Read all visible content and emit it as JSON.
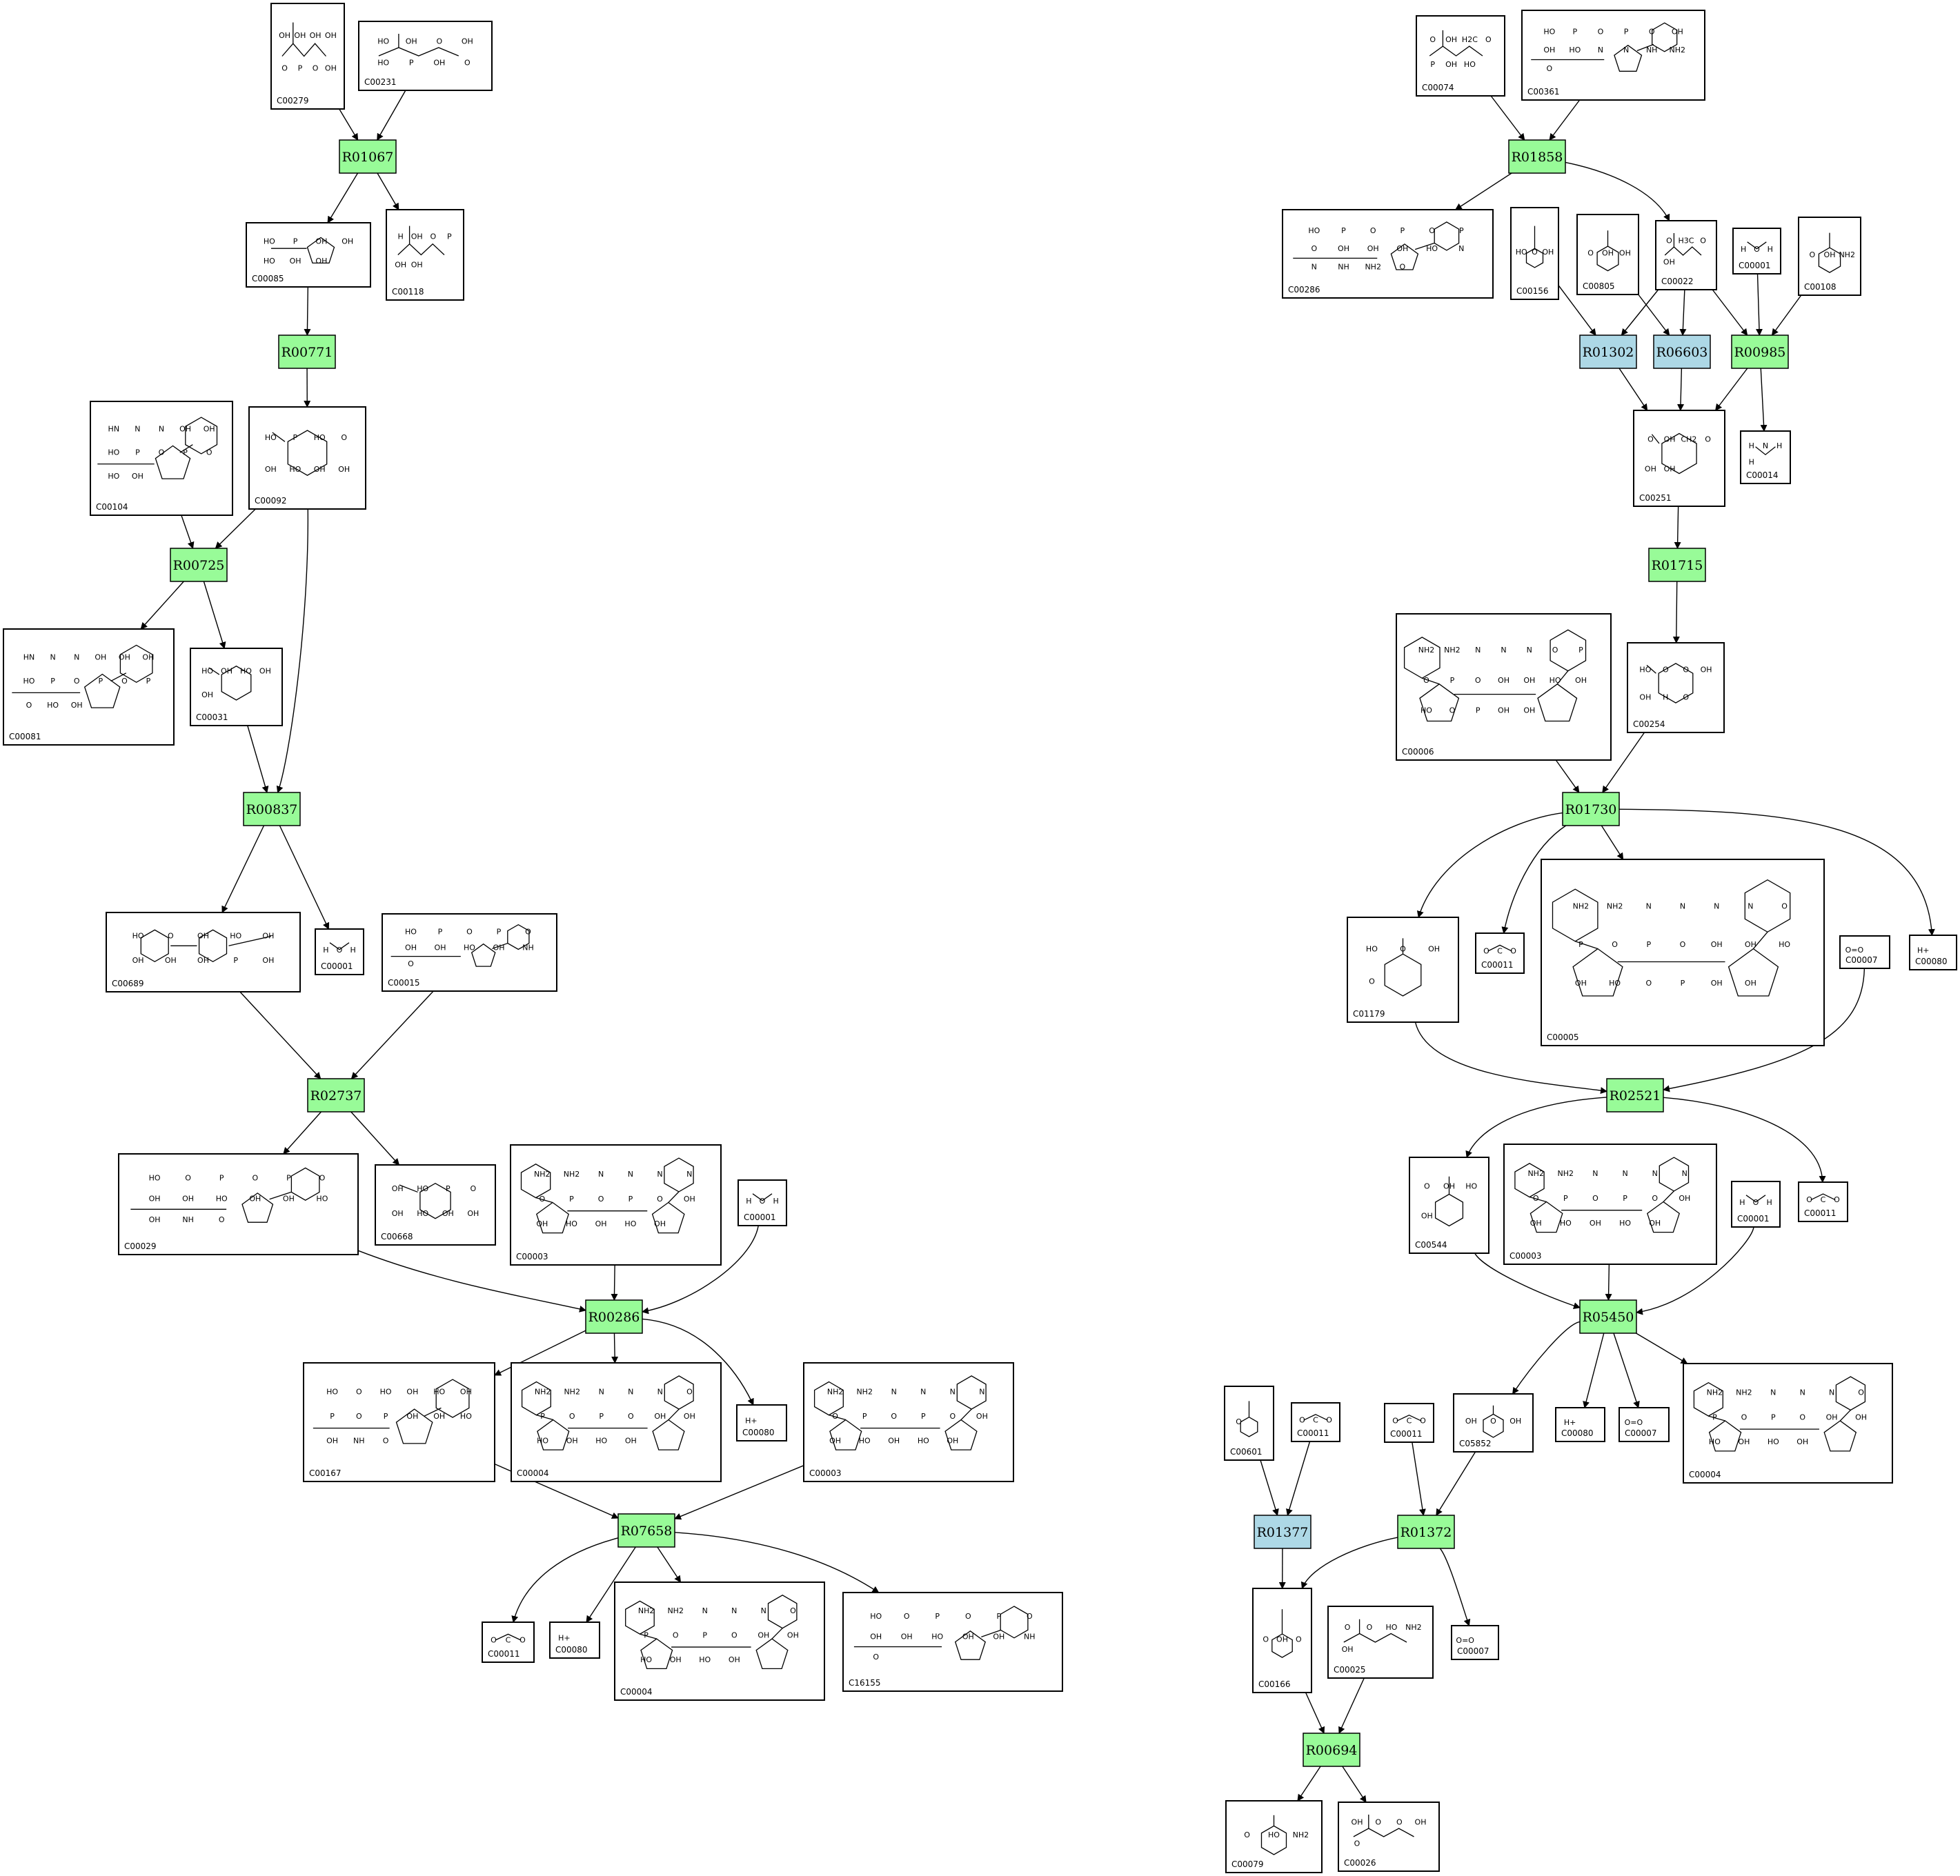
{
  "colors": {
    "reaction": "#98fb98",
    "reaction_alt": "#add8e6",
    "border": "#000000",
    "background": "#ffffff"
  },
  "reactions": [
    {
      "id": "R01067",
      "kind": "green"
    },
    {
      "id": "R00771",
      "kind": "green"
    },
    {
      "id": "R00725",
      "kind": "green"
    },
    {
      "id": "R00837",
      "kind": "green"
    },
    {
      "id": "R02737",
      "kind": "green"
    },
    {
      "id": "R00286",
      "kind": "green"
    },
    {
      "id": "R07658",
      "kind": "green"
    },
    {
      "id": "R01858",
      "kind": "green"
    },
    {
      "id": "R01302",
      "kind": "blue"
    },
    {
      "id": "R06603",
      "kind": "blue"
    },
    {
      "id": "R00985",
      "kind": "green"
    },
    {
      "id": "R01715",
      "kind": "green"
    },
    {
      "id": "R01730",
      "kind": "green"
    },
    {
      "id": "R02521",
      "kind": "green"
    },
    {
      "id": "R05450",
      "kind": "green"
    },
    {
      "id": "R01377",
      "kind": "blue"
    },
    {
      "id": "R01372",
      "kind": "green"
    },
    {
      "id": "R00694",
      "kind": "green"
    }
  ],
  "compounds": [
    {
      "key": "c00279",
      "id": "C00279",
      "labels": [
        "OH",
        "OH",
        "OH",
        "OH",
        "O",
        "P",
        "O",
        "OH"
      ]
    },
    {
      "key": "c00231",
      "id": "C00231",
      "labels": [
        "HO",
        "OH",
        "O",
        "OH",
        "HO",
        "P",
        "OH",
        "O"
      ]
    },
    {
      "key": "c00085",
      "id": "C00085",
      "labels": [
        "HO",
        "P",
        "OH",
        "OH",
        "HO",
        "OH",
        "OH"
      ]
    },
    {
      "key": "c00118",
      "id": "C00118",
      "labels": [
        "H",
        "OH",
        "O",
        "P",
        "OH",
        "OH"
      ]
    },
    {
      "key": "c00104",
      "id": "C00104",
      "labels": [
        "HN",
        "N",
        "N",
        "OH",
        "OH",
        "HO",
        "P",
        "O",
        "P",
        "O",
        "HO",
        "OH"
      ]
    },
    {
      "key": "c00092",
      "id": "C00092",
      "labels": [
        "HO",
        "P",
        "HO",
        "O",
        "OH",
        "HO",
        "OH",
        "OH"
      ]
    },
    {
      "key": "c00081",
      "id": "C00081",
      "labels": [
        "HN",
        "N",
        "N",
        "OH",
        "OH",
        "OH",
        "HO",
        "P",
        "O",
        "P",
        "O",
        "P",
        "O",
        "HO",
        "OH"
      ]
    },
    {
      "key": "c00031",
      "id": "C00031",
      "labels": [
        "HO",
        "OH",
        "HO",
        "OH",
        "OH"
      ]
    },
    {
      "key": "c00689",
      "id": "C00689",
      "labels": [
        "HO",
        "O",
        "OH",
        "HO",
        "OH",
        "OH",
        "OH",
        "OH",
        "P",
        "OH"
      ]
    },
    {
      "key": "c00001a",
      "id": "C00001",
      "labels": [
        "H",
        "O",
        "H"
      ]
    },
    {
      "key": "c00015",
      "id": "C00015",
      "labels": [
        "HO",
        "P",
        "O",
        "P",
        "O",
        "OH",
        "OH",
        "HO",
        "OH",
        "NH",
        "O"
      ]
    },
    {
      "key": "c00029",
      "id": "C00029",
      "labels": [
        "HO",
        "O",
        "P",
        "O",
        "P",
        "O",
        "OH",
        "OH",
        "HO",
        "OH",
        "OH",
        "HO",
        "OH",
        "NH",
        "O"
      ]
    },
    {
      "key": "c00668",
      "id": "C00668",
      "labels": [
        "OH",
        "HO",
        "P",
        "O",
        "OH",
        "HO",
        "OH",
        "OH"
      ]
    },
    {
      "key": "c00003a",
      "id": "C00003",
      "labels": [
        "NH2",
        "NH2",
        "N",
        "N",
        "N",
        "N",
        "O",
        "P",
        "O",
        "P",
        "O",
        "OH",
        "OH",
        "HO",
        "OH",
        "HO",
        "OH"
      ]
    },
    {
      "key": "c00001b",
      "id": "C00001",
      "labels": [
        "H",
        "O",
        "H"
      ]
    },
    {
      "key": "c00167",
      "id": "C00167",
      "labels": [
        "HO",
        "O",
        "HO",
        "OH",
        "HO",
        "OH",
        "P",
        "O",
        "P",
        "OH",
        "OH",
        "HO",
        "OH",
        "NH",
        "O"
      ]
    },
    {
      "key": "c00004a",
      "id": "C00004",
      "labels": [
        "NH2",
        "NH2",
        "N",
        "N",
        "N",
        "O",
        "P",
        "O",
        "P",
        "O",
        "OH",
        "OH",
        "HO",
        "OH",
        "HO",
        "OH"
      ]
    },
    {
      "key": "c00080a",
      "id": "C00080",
      "labels": [
        "H+"
      ]
    },
    {
      "key": "c00003b",
      "id": "C00003",
      "labels": [
        "NH2",
        "NH2",
        "N",
        "N",
        "N",
        "N",
        "O",
        "P",
        "O",
        "P",
        "O",
        "OH",
        "OH",
        "HO",
        "OH",
        "HO",
        "OH"
      ]
    },
    {
      "key": "c00011a",
      "id": "C00011",
      "labels": [
        "O",
        "C",
        "O"
      ]
    },
    {
      "key": "c00080b",
      "id": "C00080",
      "labels": [
        "H+"
      ]
    },
    {
      "key": "c00004b",
      "id": "C00004",
      "labels": [
        "NH2",
        "NH2",
        "N",
        "N",
        "N",
        "O",
        "P",
        "O",
        "P",
        "O",
        "OH",
        "OH",
        "HO",
        "OH",
        "HO",
        "OH"
      ]
    },
    {
      "key": "c16155",
      "id": "C16155",
      "labels": [
        "HO",
        "O",
        "P",
        "O",
        "P",
        "O",
        "OH",
        "OH",
        "HO",
        "OH",
        "OH",
        "NH",
        "O"
      ]
    },
    {
      "key": "c00074",
      "id": "C00074",
      "labels": [
        "O",
        "OH",
        "H2C",
        "O",
        "P",
        "OH",
        "HO"
      ]
    },
    {
      "key": "c00361",
      "id": "C00361",
      "labels": [
        "HO",
        "P",
        "O",
        "P",
        "O",
        "OH",
        "OH",
        "HO",
        "N",
        "N",
        "NH",
        "NH2",
        "O"
      ]
    },
    {
      "key": "c00286",
      "id": "C00286",
      "labels": [
        "HO",
        "P",
        "O",
        "P",
        "O",
        "P",
        "O",
        "OH",
        "OH",
        "OH",
        "HO",
        "N",
        "N",
        "NH",
        "NH2",
        "O"
      ]
    },
    {
      "key": "c00156",
      "id": "C00156",
      "labels": [
        "HO",
        "O",
        "OH"
      ]
    },
    {
      "key": "c00805",
      "id": "C00805",
      "labels": [
        "O",
        "OH",
        "OH"
      ]
    },
    {
      "key": "c00022",
      "id": "C00022",
      "labels": [
        "O",
        "H3C",
        "O",
        "OH"
      ]
    },
    {
      "key": "c00001c",
      "id": "C00001",
      "labels": [
        "H",
        "O",
        "H"
      ]
    },
    {
      "key": "c00108",
      "id": "C00108",
      "labels": [
        "O",
        "OH",
        "NH2"
      ]
    },
    {
      "key": "c00014",
      "id": "C00014",
      "labels": [
        "H",
        "N",
        "H",
        "H"
      ]
    },
    {
      "key": "c00251",
      "id": "C00251",
      "labels": [
        "O",
        "OH",
        "CH2",
        "O",
        "OH",
        "OH"
      ]
    },
    {
      "key": "c00006",
      "id": "C00006",
      "labels": [
        "NH2",
        "NH2",
        "N",
        "N",
        "N",
        "O",
        "P",
        "O",
        "P",
        "O",
        "OH",
        "OH",
        "HO",
        "OH",
        "HO",
        "O",
        "P",
        "OH",
        "OH"
      ]
    },
    {
      "key": "c00254",
      "id": "C00254",
      "labels": [
        "HO",
        "O",
        "O",
        "OH",
        "OH",
        "H",
        "O"
      ]
    },
    {
      "key": "c01179",
      "id": "C01179",
      "labels": [
        "HO",
        "O",
        "OH",
        "O"
      ]
    },
    {
      "key": "c00011b",
      "id": "C00011",
      "labels": [
        "O",
        "C",
        "O"
      ]
    },
    {
      "key": "c00005",
      "id": "C00005",
      "labels": [
        "NH2",
        "NH2",
        "N",
        "N",
        "N",
        "N",
        "O",
        "P",
        "O",
        "P",
        "O",
        "OH",
        "OH",
        "HO",
        "OH",
        "HO",
        "O",
        "P",
        "OH",
        "OH"
      ]
    },
    {
      "key": "c00007a",
      "id": "C00007",
      "labels": [
        "O=O"
      ]
    },
    {
      "key": "c00080c",
      "id": "C00080",
      "labels": [
        "H+"
      ]
    },
    {
      "key": "c00544",
      "id": "C00544",
      "labels": [
        "O",
        "OH",
        "HO",
        "OH"
      ]
    },
    {
      "key": "c00003c",
      "id": "C00003",
      "labels": [
        "NH2",
        "NH2",
        "N",
        "N",
        "N",
        "N",
        "O",
        "P",
        "O",
        "P",
        "O",
        "OH",
        "OH",
        "HO",
        "OH",
        "HO",
        "OH"
      ]
    },
    {
      "key": "c00001d",
      "id": "C00001",
      "labels": [
        "H",
        "O",
        "H"
      ]
    },
    {
      "key": "c00011c",
      "id": "C00011",
      "labels": [
        "O",
        "C",
        "O"
      ]
    },
    {
      "key": "c05852",
      "id": "C05852",
      "labels": [
        "OH",
        "O",
        "OH"
      ]
    },
    {
      "key": "c00080d",
      "id": "C00080",
      "labels": [
        "H+"
      ]
    },
    {
      "key": "c00007b",
      "id": "C00007",
      "labels": [
        "O=O"
      ]
    },
    {
      "key": "c00004c",
      "id": "C00004",
      "labels": [
        "NH2",
        "NH2",
        "N",
        "N",
        "N",
        "O",
        "P",
        "O",
        "P",
        "O",
        "OH",
        "OH",
        "HO",
        "OH",
        "HO",
        "OH"
      ]
    },
    {
      "key": "c00601",
      "id": "C00601",
      "labels": [
        "O"
      ]
    },
    {
      "key": "c00011d",
      "id": "C00011",
      "labels": [
        "O",
        "C",
        "O"
      ]
    },
    {
      "key": "c00011e",
      "id": "C00011",
      "labels": [
        "O",
        "C",
        "O"
      ]
    },
    {
      "key": "c00166",
      "id": "C00166",
      "labels": [
        "O",
        "OH",
        "O"
      ]
    },
    {
      "key": "c00025",
      "id": "C00025",
      "labels": [
        "O",
        "O",
        "HO",
        "NH2",
        "OH"
      ]
    },
    {
      "key": "c00007c",
      "id": "C00007",
      "labels": [
        "O=O"
      ]
    },
    {
      "key": "c00079",
      "id": "C00079",
      "labels": [
        "O",
        "HO",
        "NH2"
      ]
    },
    {
      "key": "c00026",
      "id": "C00026",
      "labels": [
        "OH",
        "O",
        "O",
        "OH",
        "O"
      ]
    }
  ]
}
